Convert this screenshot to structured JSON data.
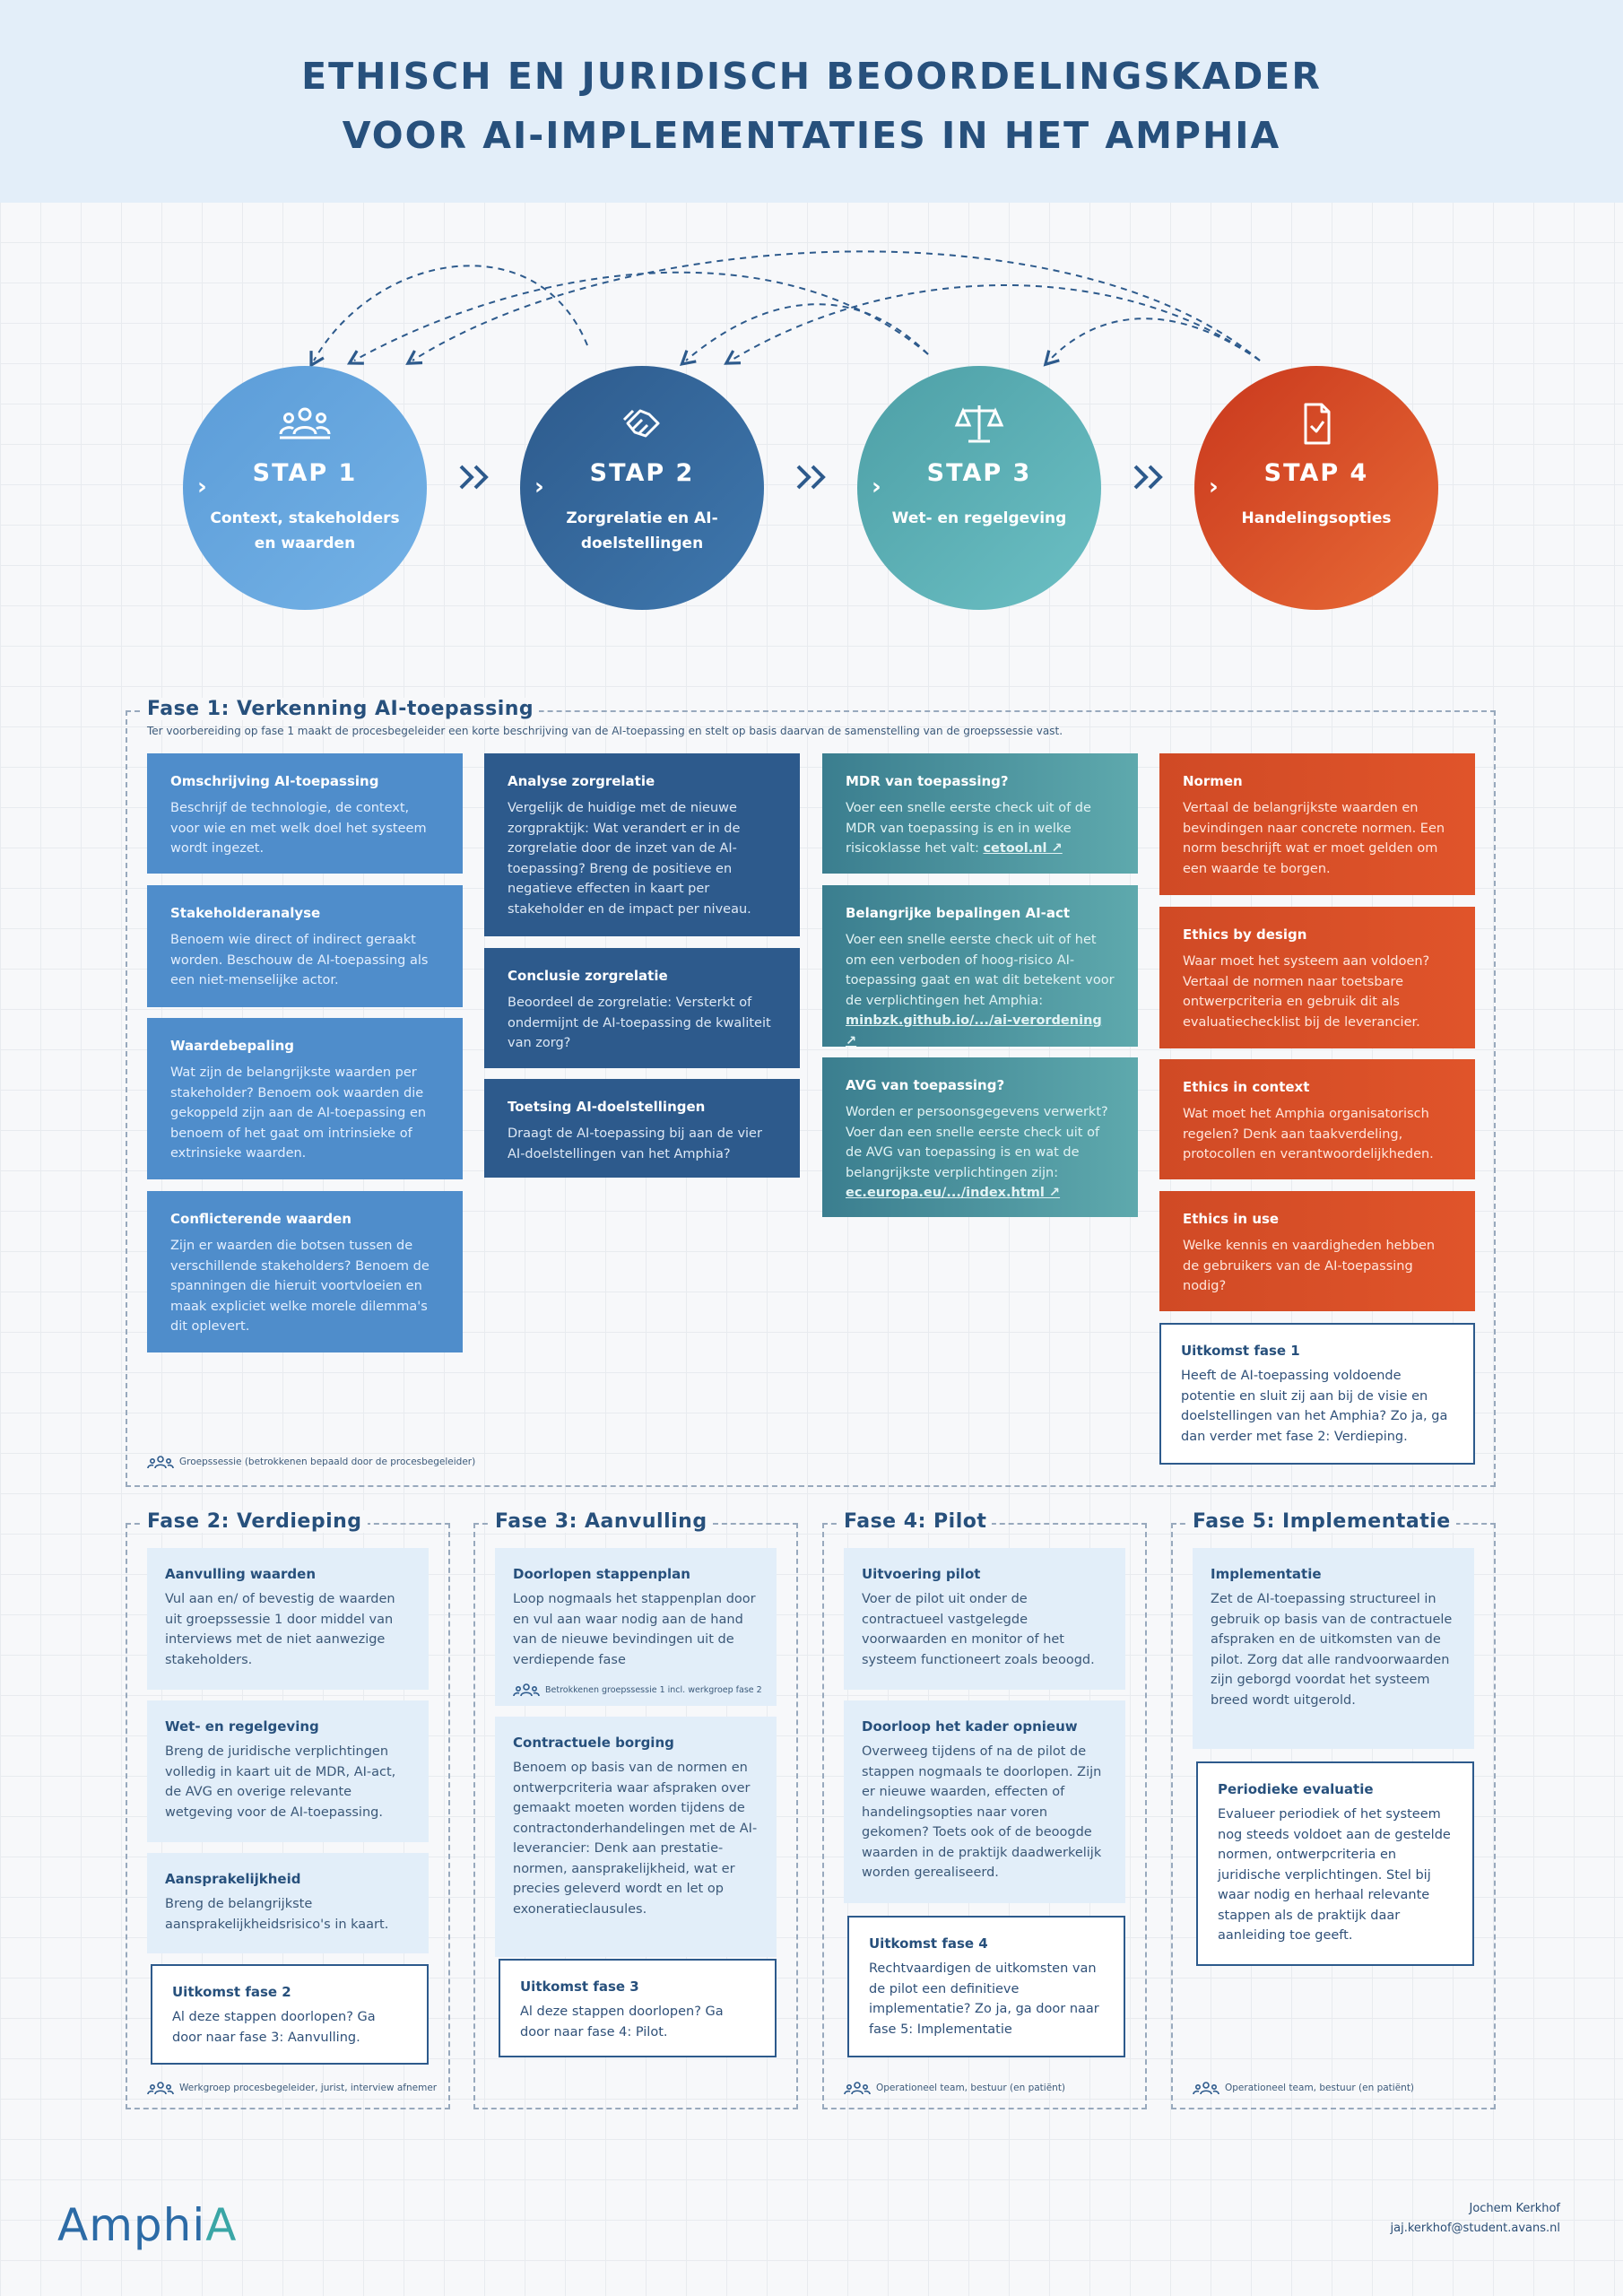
{
  "title_line1": "ETHISCH EN JURIDISCH BEOORDELINGSKADER",
  "title_line2": "VOOR AI-IMPLEMENTATIES IN HET AMPHIA",
  "steps": [
    {
      "label": "STAP 1",
      "sub": "Context, stakeholders en waarden",
      "icon": "people-icon"
    },
    {
      "label": "STAP 2",
      "sub": "Zorgrelatie en AI-doelstellingen",
      "icon": "handshake-icon"
    },
    {
      "label": "STAP 3",
      "sub": "Wet- en regelgeving",
      "icon": "scale-icon"
    },
    {
      "label": "STAP 4",
      "sub": "Handelingsopties",
      "icon": "document-check-icon"
    }
  ],
  "step_arrow": "›",
  "fase1": {
    "title": "Fase 1: Verkenning AI-toepassing",
    "desc": "Ter voorbereiding op fase 1 maakt de procesbegeleider een korte beschrijving van de AI-toepassing en stelt op basis daarvan de samenstelling van de groepssessie vast.",
    "col1": [
      {
        "h": "Omschrijving AI-toepassing",
        "b": "Beschrijf de technologie, de context, voor wie en met welk doel het systeem wordt ingezet."
      },
      {
        "h": "Stakeholderanalyse",
        "b": "Benoem wie direct of indirect geraakt worden. Beschouw de AI-toepassing als een niet-menselijke actor."
      },
      {
        "h": "Waardebepaling",
        "b": "Wat zijn de belangrijkste waarden per stakeholder? Benoem ook waarden die gekoppeld zijn aan de AI-toepassing en benoem of het gaat om intrinsieke of extrinsieke waarden."
      },
      {
        "h": "Conflicterende waarden",
        "b": "Zijn er waarden die botsen tussen de verschillende stakeholders? Benoem de spanningen die hieruit voortvloeien en maak expliciet welke morele dilemma's dit oplevert."
      }
    ],
    "col2": [
      {
        "h": "Analyse zorgrelatie",
        "b": "Vergelijk de huidige met de nieuwe zorgpraktijk: Wat verandert er in de zorgrelatie door de inzet van de AI-toepassing? Breng de positieve en negatieve effecten in kaart per stakeholder en de impact per niveau."
      },
      {
        "h": "Conclusie zorgrelatie",
        "b": "Beoordeel de zorgrelatie: Versterkt of ondermijnt de AI-toepassing de kwaliteit van zorg?"
      },
      {
        "h": "Toetsing AI-doelstellingen",
        "b": "Draagt de AI-toepassing bij aan de vier AI-doelstellingen van het Amphia?"
      }
    ],
    "col3": [
      {
        "h": "MDR van toepassing?",
        "b": "Voer een snelle eerste check uit of de MDR van toepassing is en in welke risicoklasse het valt:",
        "link": "cetool.nl ↗"
      },
      {
        "h": "Belangrijke bepalingen AI-act",
        "b": "Voer een snelle eerste check uit of het om een verboden of hoog-risico AI-toepassing gaat en wat dit betekent voor de verplichtingen het Amphia:",
        "link": "minbzk.github.io/.../ai-verordening ↗"
      },
      {
        "h": "AVG van toepassing?",
        "b": "Worden er persoonsgegevens verwerkt? Voer dan een snelle eerste check uit of de AVG van toepassing is en wat de belangrijkste verplichtingen zijn:",
        "link": "ec.europa.eu/.../index.html ↗"
      }
    ],
    "col4": [
      {
        "h": "Normen",
        "b": "Vertaal de belangrijkste waarden en bevindingen naar concrete normen. Een norm beschrijft wat er moet gelden om een waarde te borgen."
      },
      {
        "h": "Ethics by design",
        "b": "Waar moet het systeem aan voldoen? Vertaal de normen naar toetsbare ontwerpcriteria en gebruik dit als evaluatiechecklist bij de leverancier."
      },
      {
        "h": "Ethics in context",
        "b": "Wat moet het Amphia organisatorisch regelen? Denk aan taakverdeling, protocollen en verantwoordelijkheden."
      },
      {
        "h": "Ethics in use",
        "b": "Welke kennis en vaardigheden hebben de gebruikers van de AI-toepassing nodig?"
      }
    ],
    "outcome": {
      "h": "Uitkomst fase 1",
      "b": "Heeft de AI-toepassing voldoende potentie en sluit zij aan bij de visie en doelstellingen van het Amphia? Zo ja, ga dan verder met fase 2: Verdieping."
    },
    "footer": "Groepssessie (betrokkenen bepaald door de procesbegeleider)"
  },
  "fase2": {
    "title": "Fase 2: Verdieping",
    "cards": [
      {
        "h": "Aanvulling waarden",
        "b": "Vul aan en/ of bevestig de waarden uit groepssessie 1 door middel van interviews met de niet aanwezige stakeholders."
      },
      {
        "h": "Wet- en regelgeving",
        "b": "Breng de juridische verplichtingen volledig in kaart uit de MDR, AI-act, de AVG en overige relevante wetgeving voor de AI-toepassing."
      },
      {
        "h": "Aansprakelijkheid",
        "b": "Breng de belangrijkste aansprakelijkheidsrisico's in kaart."
      }
    ],
    "outcome": {
      "h": "Uitkomst fase 2",
      "b": "Al deze stappen doorlopen? Ga door naar fase 3: Aanvulling."
    },
    "footer": "Werkgroep procesbegeleider, jurist, interview afnemer"
  },
  "fase3": {
    "title": "Fase 3: Aanvulling",
    "cards": [
      {
        "h": "Doorlopen stappenplan",
        "b": "Loop nogmaals het stappenplan door en vul aan waar nodig aan de hand van de nieuwe bevindingen uit de verdiepende fase"
      },
      {
        "h": "Contractuele borging",
        "b": "Benoem op basis van de normen en ontwerpcriteria waar afspraken over gemaakt moeten worden tijdens de contractonderhandelingen met de AI-leverancier: Denk aan prestatie-normen, aansprakelijkheid, wat er precies geleverd wordt en let op exoneratieclausules."
      }
    ],
    "inner_footer": "Betrokkenen groepssessie 1 incl. werkgroep fase 2",
    "outcome": {
      "h": "Uitkomst fase 3",
      "b": "Al deze stappen doorlopen? Ga door naar fase 4: Pilot."
    }
  },
  "fase4": {
    "title": "Fase 4: Pilot",
    "cards": [
      {
        "h": "Uitvoering pilot",
        "b": "Voer de pilot uit onder de contractueel vastgelegde voorwaarden en monitor of het systeem functioneert zoals beoogd."
      },
      {
        "h": "Doorloop het kader opnieuw",
        "b": "Overweeg tijdens of na de pilot de stappen nogmaals te doorlopen. Zijn er nieuwe waarden, effecten of handelingsopties naar voren gekomen? Toets ook of de beoogde waarden in de praktijk daadwerkelijk worden gerealiseerd."
      }
    ],
    "outcome": {
      "h": "Uitkomst fase 4",
      "b": "Rechtvaardigen de uitkomsten van de pilot een definitieve implementatie? Zo ja, ga door naar fase 5: Implementatie"
    },
    "footer": "Operationeel team, bestuur (en patiënt)"
  },
  "fase5": {
    "title": "Fase 5: Implementatie",
    "cards": [
      {
        "h": "Implementatie",
        "b": "Zet de AI-toepassing structureel in gebruik op basis van de contractuele afspraken en de uitkomsten van de pilot. Zorg dat alle randvoorwaarden zijn geborgd voordat het systeem breed wordt uitgerold."
      }
    ],
    "outcome": {
      "h": "Periodieke evaluatie",
      "b": "Evalueer periodiek of het systeem nog steeds voldoet aan de gestelde normen, ontwerpcriteria en juridische verplichtingen. Stel bij waar nodig en herhaal relevante stappen als de praktijk daar aanleiding toe geeft."
    },
    "footer": "Operationeel team, bestuur (en patiënt)"
  },
  "logo": {
    "text": "Amphi",
    "accent": "A"
  },
  "author": {
    "name": "Jochem Kerkhof",
    "email": "jaj.kerkhof@student.avans.nl"
  },
  "colors": {
    "navy": "#27507c",
    "blue": "#4f8dcb",
    "dark_blue": "#2d5a8c",
    "teal": "#4d9fa6",
    "red": "#d04a25",
    "light": "#e2eef9"
  }
}
